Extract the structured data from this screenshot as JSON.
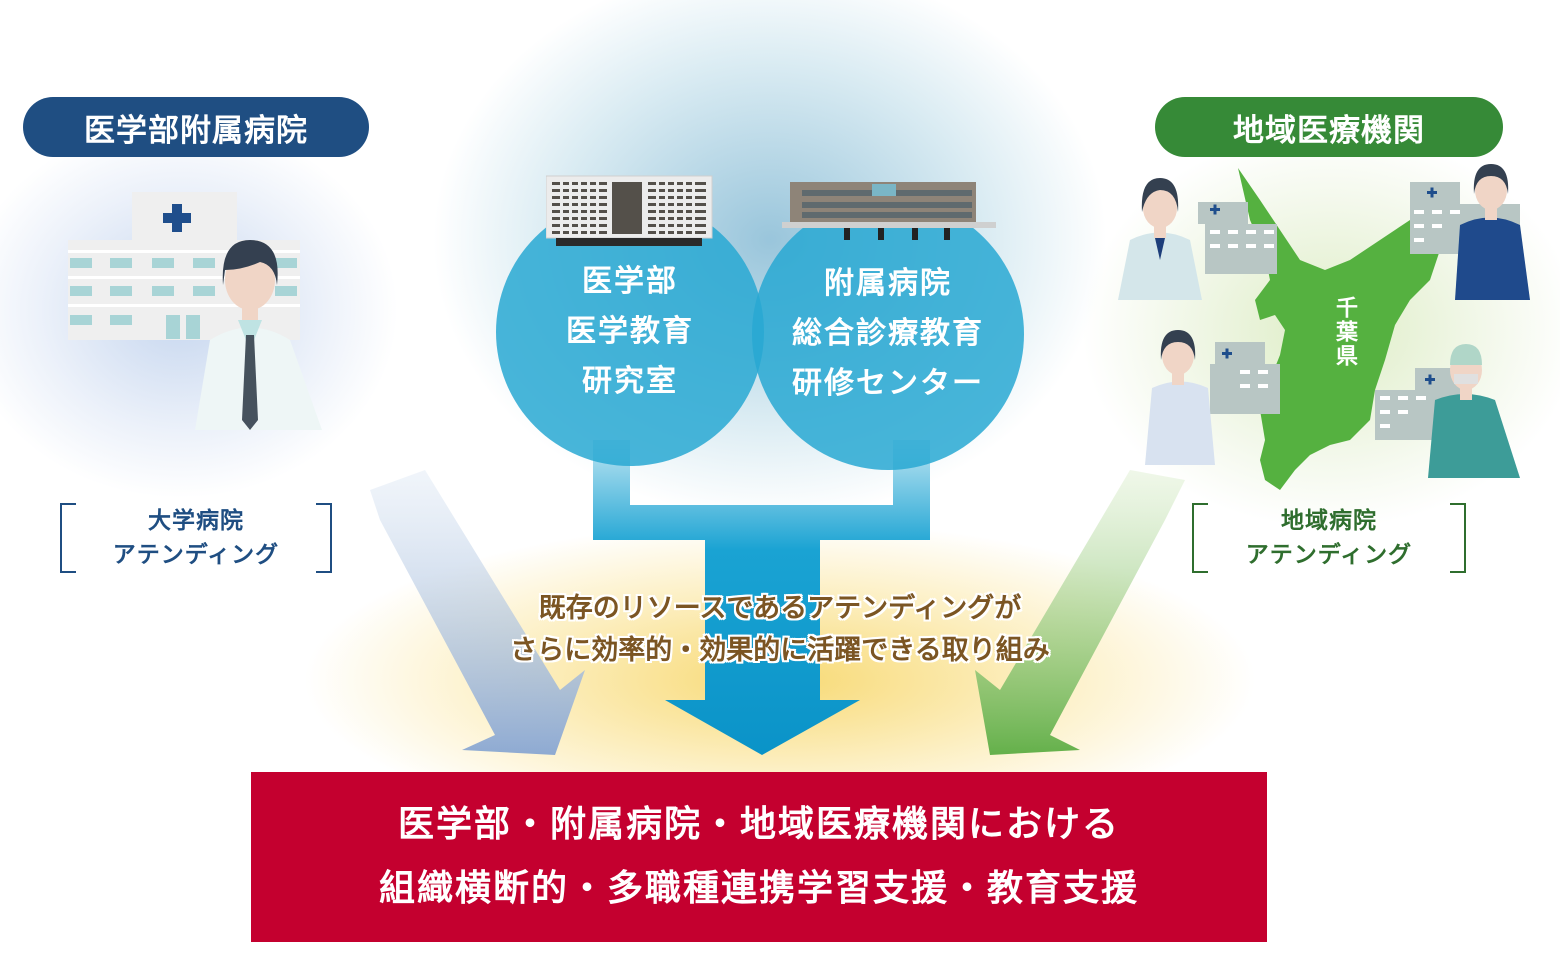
{
  "left_group": {
    "title": "医学部附属病院",
    "color": "#1f4e82",
    "role_line1": "大学病院",
    "role_line2": "アテンディング",
    "illustration": "hospital-with-doctor"
  },
  "right_group": {
    "title": "地域医療機関",
    "color": "#368a37",
    "role_line1": "地域病院",
    "role_line2": "アテンディング",
    "map_label": "千葉県",
    "illustration": "chiba-map-with-staff"
  },
  "center": {
    "circle_left": {
      "line1": "医学部",
      "line2": "医学教育",
      "line3": "研究室",
      "building": "medical-school-building"
    },
    "circle_right": {
      "line1": "附属病院",
      "line2": "総合診療教育",
      "line3": "研修センター",
      "building": "hospital-building"
    },
    "color": "#28a8d2"
  },
  "message": {
    "line1": "既存のリソースであるアテンディングが",
    "line2": "さらに効率的・効果的に活躍できる取り組み",
    "color": "#7b5523"
  },
  "goal": {
    "line1": "医学部・附属病院・地域医療機関における",
    "line2": "組織横断的・多職種連携学習支援・教育支援",
    "color": "#c4002f"
  }
}
